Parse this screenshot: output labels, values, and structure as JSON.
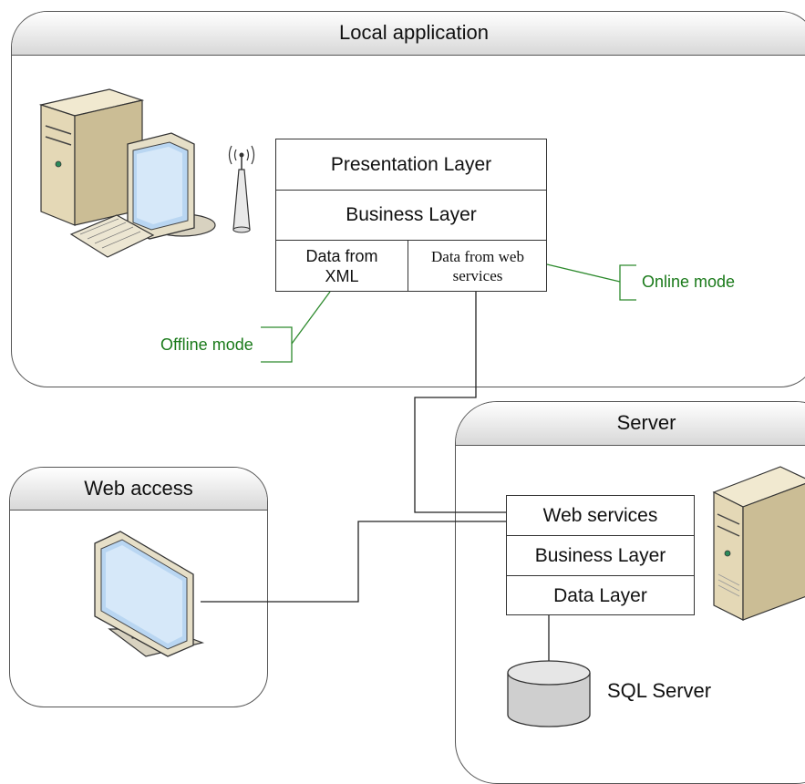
{
  "panels": {
    "local": {
      "title": "Local application"
    },
    "server": {
      "title": "Server"
    },
    "web_access": {
      "title": "Web access"
    }
  },
  "local_stack": {
    "presentation": "Presentation Layer",
    "business": "Business Layer",
    "data_xml": "Data from XML",
    "data_web": "Data from web services"
  },
  "server_stack": {
    "web_services": "Web services",
    "business": "Business Layer",
    "data": "Data Layer"
  },
  "labels": {
    "offline": "Offline mode",
    "online": "Online mode",
    "sql": "SQL Server"
  },
  "colors": {
    "annotation": "#1a7a1a",
    "border": "#555555"
  },
  "icons": [
    "desktop-computer-icon",
    "antenna-icon",
    "server-tower-icon",
    "monitor-icon",
    "database-icon"
  ]
}
